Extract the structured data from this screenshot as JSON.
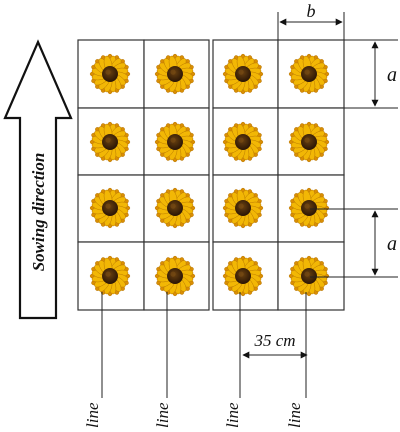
{
  "sowing_direction_label": "Sowing direction",
  "dimension_labels": {
    "b": "b",
    "a_top": "a",
    "a_bottom": "a",
    "row_spacing": "35 cm"
  },
  "line_labels": [
    "line",
    "line",
    "line",
    "line"
  ],
  "grid": {
    "rows": 4,
    "columns": 4
  },
  "colors": {
    "petal": "#f2b705",
    "petal_dark": "#d98e04",
    "seed_center": "#3b2208",
    "stroke": "#333333"
  },
  "icon": "sunflower-icon"
}
